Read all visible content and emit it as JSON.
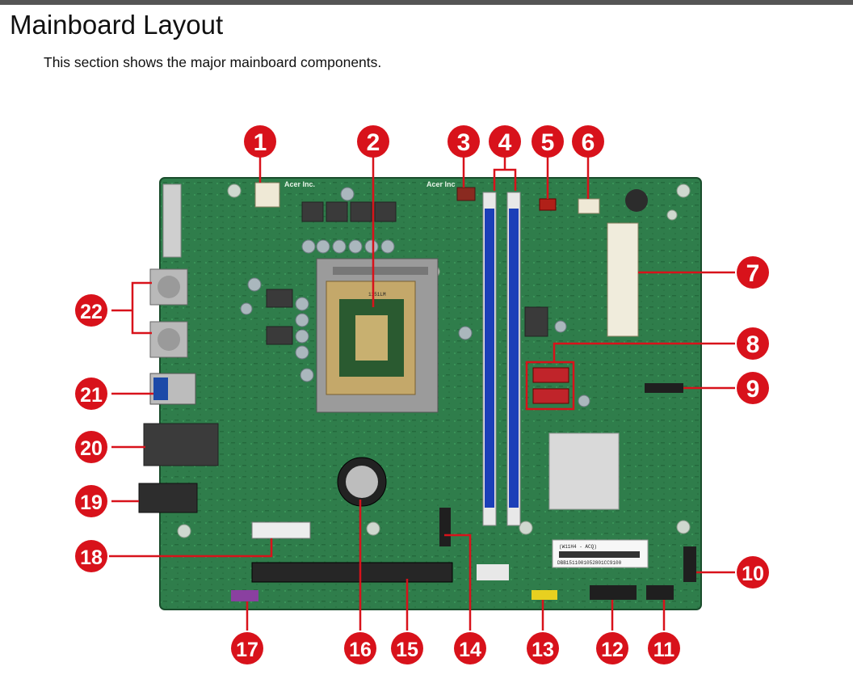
{
  "page": {
    "title": "Mainboard Layout",
    "intro": "This section shows the major mainboard components."
  },
  "figure": {
    "silkscreen_top_left": "Acer Inc.",
    "silkscreen_top_right": "Acer Inc",
    "socket_mark": "1151LM",
    "label_sticker": "(W11H4 - ACQ)",
    "label_barcode_text": "DBB1511001052801CC9100",
    "colors": {
      "pcb": "#2d7a48",
      "pcb_dark": "#1f5c35",
      "callout": "#d8121b",
      "dimm": "#1c3fb8",
      "sata_highlight": "#d8121b"
    },
    "callouts": [
      "1",
      "2",
      "3",
      "4",
      "5",
      "6",
      "7",
      "8",
      "9",
      "10",
      "11",
      "12",
      "13",
      "14",
      "15",
      "16",
      "17",
      "18",
      "19",
      "20",
      "21",
      "22"
    ]
  }
}
